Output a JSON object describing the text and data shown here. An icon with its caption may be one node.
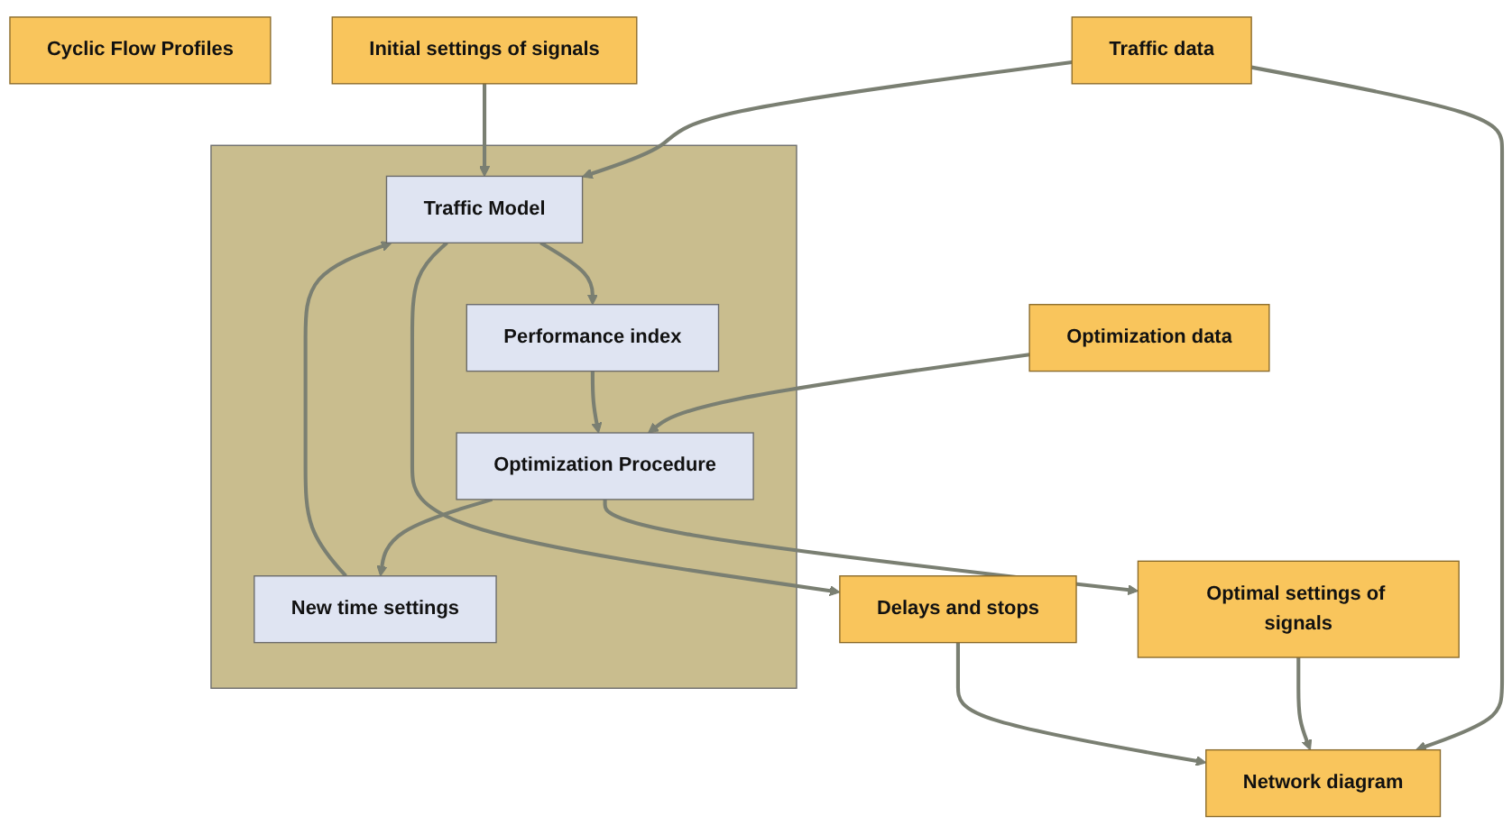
{
  "diagram": {
    "nodes": [
      {
        "text": [
          "Network diagram"
        ]
      },
      {
        "text": [
          "Traffic data"
        ]
      },
      {
        "text": [
          "Optimization data"
        ]
      },
      {
        "text": [],
        "shape": "box"
      },
      {
        "text": [
          "New time settings"
        ],
        "in": 3
      },
      {
        "text": [
          "Traffic Model"
        ],
        "in": 3
      },
      {
        "text": [
          "Optimization Procedure"
        ],
        "in": 3
      },
      {
        "text": [
          "Performance index"
        ],
        "in": 3
      },
      {
        "text": [
          "Initial settings of signals"
        ]
      },
      {
        "text": [
          "Optimal settings of signals"
        ]
      },
      {
        "text": [
          "Delays and stops"
        ]
      },
      {
        "text": [
          "Cyclic Flow Profiles"
        ]
      }
    ],
    "edges": [
      {
        "from": 1,
        "to": 0,
        "arrow": "to"
      },
      {
        "from": 1,
        "to": 5,
        "arrow": "to"
      },
      {
        "from": 2,
        "to": 6,
        "arrow": "to"
      },
      {
        "from": 6,
        "to": 4,
        "arrow": "to"
      },
      {
        "from": 4,
        "to": 5,
        "arrow": "to"
      },
      {
        "from": 5,
        "to": 7,
        "arrow": "to"
      },
      {
        "from": 7,
        "to": 6,
        "arrow": "to"
      },
      {
        "from": 8,
        "to": 5,
        "arrow": "to"
      },
      {
        "from": 6,
        "to": 9,
        "arrow": "to"
      },
      {
        "from": 9,
        "to": 0,
        "arrow": "to"
      },
      {
        "from": 5,
        "to": 10,
        "arrow": "to"
      },
      {
        "from": 10,
        "to": 0,
        "arrow": "to"
      }
    ]
  }
}
